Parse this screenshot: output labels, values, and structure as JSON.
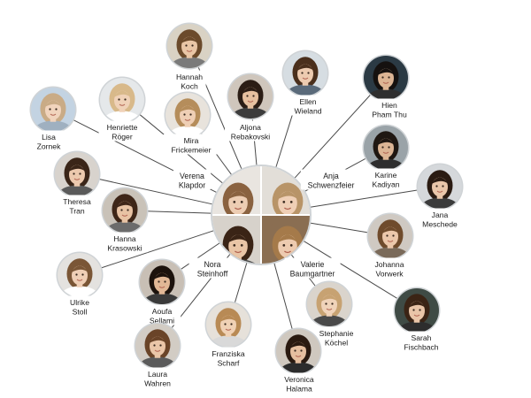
{
  "center": {
    "people": [
      {
        "name": "Verena Klapdor",
        "lines": [
          "Verena",
          "Klapdor"
        ]
      },
      {
        "name": "Anja Schwenzfeier",
        "lines": [
          "Anja",
          "Schwenzfeier"
        ]
      },
      {
        "name": "Nora Steinhoff",
        "lines": [
          "Nora",
          "Steinhoff"
        ]
      },
      {
        "name": "Valerie Baumgartner",
        "lines": [
          "Valerie",
          "Baumgartner"
        ]
      }
    ]
  },
  "people": [
    {
      "name": "Hannah Koch",
      "lines": [
        "Hannah",
        "Koch"
      ]
    },
    {
      "name": "Aljona Rebakovski",
      "lines": [
        "Aljona",
        "Rebakovski"
      ]
    },
    {
      "name": "Ellen Wieland",
      "lines": [
        "Ellen",
        "Wieland"
      ]
    },
    {
      "name": "Hien Pham Thu",
      "lines": [
        "Hien",
        "Pham Thu"
      ]
    },
    {
      "name": "Henriette Röger",
      "lines": [
        "Henriette",
        "Röger"
      ]
    },
    {
      "name": "Mira Frickemeier",
      "lines": [
        "Mira",
        "Frickemeier"
      ]
    },
    {
      "name": "Lisa Zornek",
      "lines": [
        "Lisa",
        "Zornek"
      ]
    },
    {
      "name": "Karine Kadiyan",
      "lines": [
        "Karine",
        "Kadiyan"
      ]
    },
    {
      "name": "Theresa Tran",
      "lines": [
        "Theresa",
        "Tran"
      ]
    },
    {
      "name": "Jana Meschede",
      "lines": [
        "Jana",
        "Meschede"
      ]
    },
    {
      "name": "Hanna Krasowski",
      "lines": [
        "Hanna",
        "Krasowski"
      ]
    },
    {
      "name": "Johanna Vorwerk",
      "lines": [
        "Johanna",
        "Vorwerk"
      ]
    },
    {
      "name": "Ulrike Stoll",
      "lines": [
        "Ulrike",
        "Stoll"
      ]
    },
    {
      "name": "Aoufa Sellami",
      "lines": [
        "Aoufa",
        "Sellami"
      ]
    },
    {
      "name": "Stephanie Köchel",
      "lines": [
        "Stephanie",
        "Köchel"
      ]
    },
    {
      "name": "Sarah Fischbach",
      "lines": [
        "Sarah",
        "Fischbach"
      ]
    },
    {
      "name": "Franziska Scharf",
      "lines": [
        "Franziska",
        "Scharf"
      ]
    },
    {
      "name": "Laura Wahren",
      "lines": [
        "Laura",
        "Wahren"
      ]
    },
    {
      "name": "Veronica Halama",
      "lines": [
        "Veronica",
        "Halama"
      ]
    }
  ],
  "colors": {
    "line": "#4a4a4a",
    "ring": "#cfd3d6",
    "label_bg": "#ffffff"
  }
}
